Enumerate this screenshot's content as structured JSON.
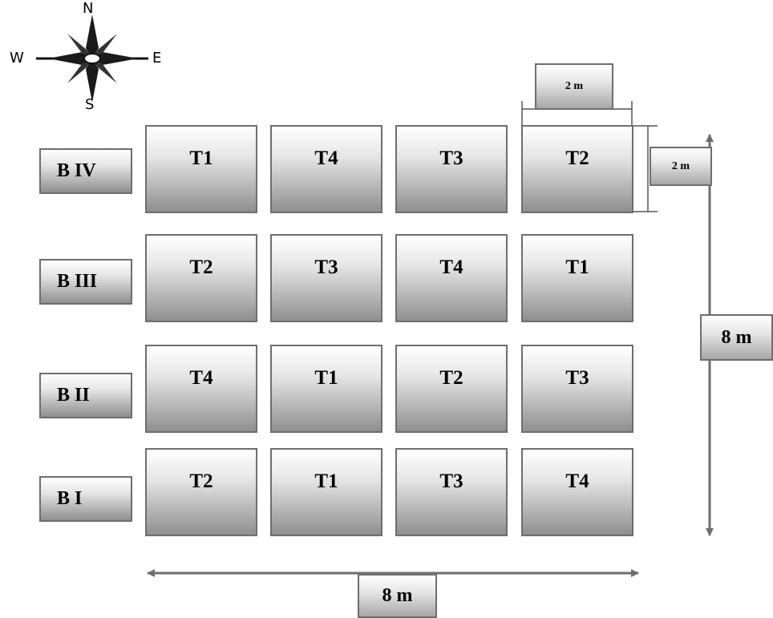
{
  "compass": {
    "north": "N",
    "south": "S",
    "east": "E",
    "west": "W"
  },
  "blocks": [
    {
      "label": "B IV",
      "plots": [
        "T1",
        "T4",
        "T3",
        "T2"
      ]
    },
    {
      "label": "B III",
      "plots": [
        "T2",
        "T3",
        "T4",
        "T1"
      ]
    },
    {
      "label": "B II",
      "plots": [
        "T4",
        "T1",
        "T2",
        "T3"
      ]
    },
    {
      "label": "B I",
      "plots": [
        "T2",
        "T1",
        "T3",
        "T4"
      ]
    }
  ],
  "dimensions": {
    "plot_width": "2 m",
    "plot_length": "2 m",
    "field_height": "8 m",
    "field_width": "8 m"
  }
}
